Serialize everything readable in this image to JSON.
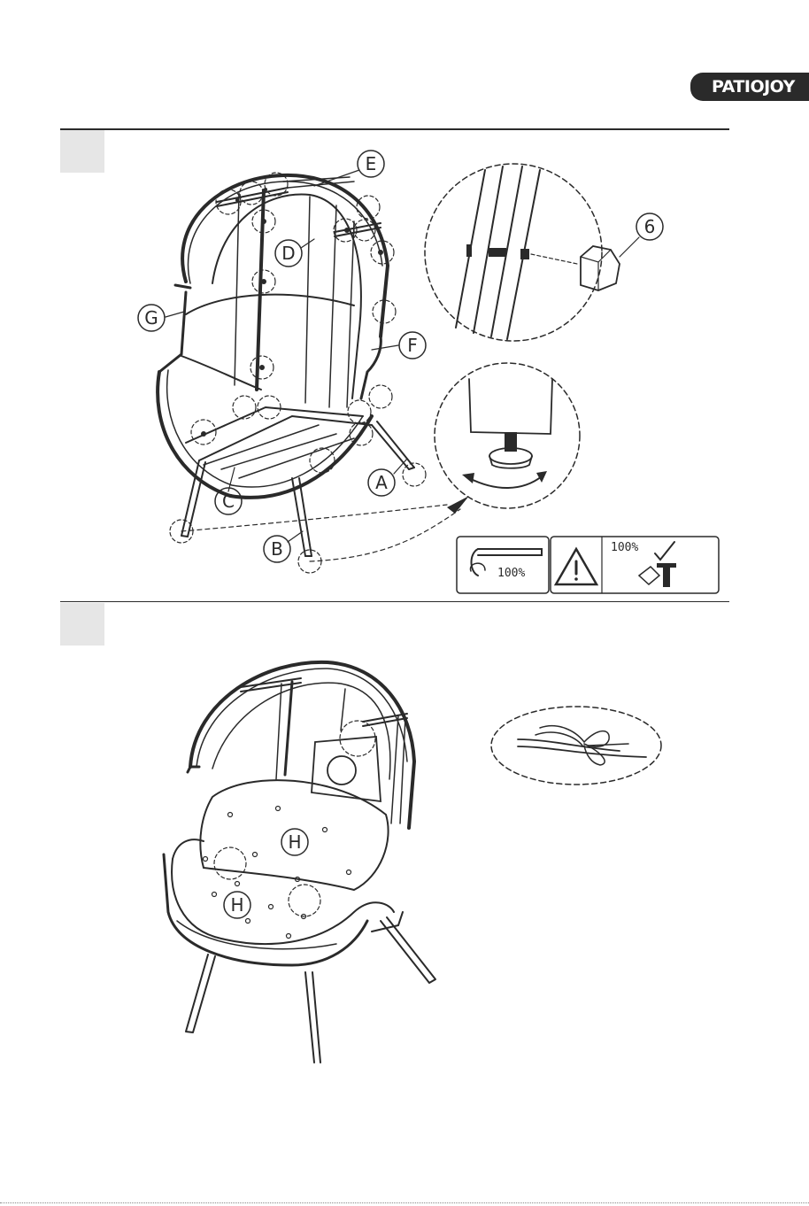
{
  "header": {
    "brand": "PATIOJOY"
  },
  "step1": {
    "callouts": {
      "E": "E",
      "D": "D",
      "G": "G",
      "F": "F",
      "C": "C",
      "A": "A",
      "B": "B",
      "part_6": "6"
    },
    "tool_tighten_percent": "100%",
    "warning_percent": "100%"
  },
  "step2": {
    "callouts": {
      "H_top": "H",
      "H_bottom": "H"
    }
  }
}
